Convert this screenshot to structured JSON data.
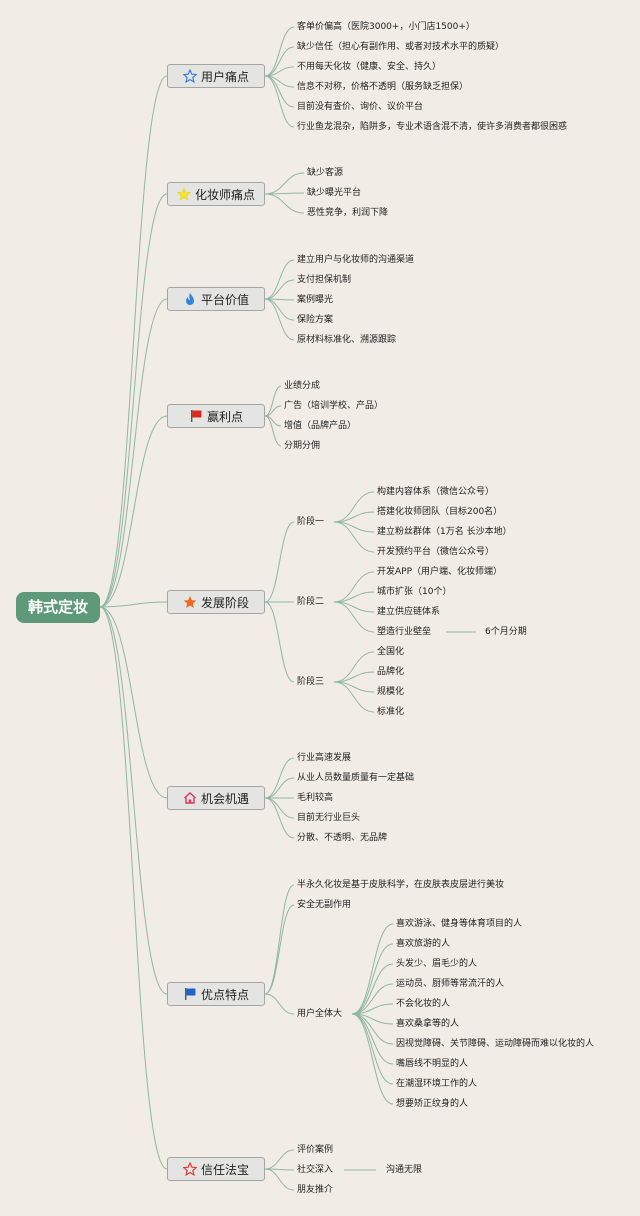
{
  "root": {
    "label": "韩式定妆"
  },
  "branches": [
    {
      "label": "用户痛点",
      "icon": "star-outline-icon",
      "icon_color": "#3b7fd9",
      "items": [
        "客单价偏高（医院3000+，小门店1500+）",
        "缺少信任（担心有副作用、或者对技术水平的质疑）",
        "不用每天化妆（健康、安全、持久）",
        "信息不对称，价格不透明（服务缺乏担保）",
        "目前没有查价、询价、议价平台",
        "行业鱼龙混杂，陷阱多，专业术语含混不清，使许多消费者都很困惑"
      ]
    },
    {
      "label": "化妆师痛点",
      "icon": "star-yellow-icon",
      "icon_color": "#f2e23a",
      "items": [
        "缺少客源",
        "缺少曝光平台",
        "恶性竞争，利润下降"
      ]
    },
    {
      "label": "平台价值",
      "icon": "flame-icon",
      "icon_color": "#2f86e0",
      "items": [
        "建立用户与化妆师的沟通渠道",
        "支付担保机制",
        "案例曝光",
        "保险方案",
        "原材料标准化、溯源跟踪"
      ]
    },
    {
      "label": "赢利点",
      "icon": "red-flag-icon",
      "icon_color": "#e0281c",
      "items": [
        "业绩分成",
        "广告（培训学校、产品）",
        "增值（品牌产品）",
        "分期分佣"
      ]
    },
    {
      "label": "发展阶段",
      "icon": "orange-star-icon",
      "icon_color": "#ef6a1c",
      "stages": [
        {
          "label": "阶段一",
          "items": [
            "构建内容体系（微信公众号）",
            "搭建化妆师团队（目标200名）",
            "建立粉丝群体（1万名 长沙本地）",
            "开发预约平台（微信公众号）"
          ]
        },
        {
          "label": "阶段二",
          "items": [
            "开发APP（用户端、化妆师端）",
            "城市扩张（10个）",
            "建立供应链体系",
            "塑造行业壁垒"
          ],
          "extra": "6个月分期"
        },
        {
          "label": "阶段三",
          "items": [
            "全国化",
            "品牌化",
            "规模化",
            "标准化"
          ]
        }
      ]
    },
    {
      "label": "机会机遇",
      "icon": "home-icon",
      "icon_color": "#d9365a",
      "items": [
        "行业高速发展",
        "从业人员数量质量有一定基础",
        "毛利较高",
        "目前无行业巨头",
        "分散、不透明、无品牌"
      ]
    },
    {
      "label": "优点特点",
      "icon": "blue-flag-icon",
      "icon_color": "#1f64c8",
      "items": [
        "半永久化妆是基于皮肤科学，在皮肤表皮层进行美妆",
        "安全无副作用"
      ],
      "group": {
        "label": "用户全体大",
        "items": [
          "喜欢游泳、健身等体育项目的人",
          "喜欢旅游的人",
          "头发少、眉毛少的人",
          "运动员、厨师等常流汗的人",
          "不会化妆的人",
          "喜欢桑拿等的人",
          "因视觉障碍、关节障碍、运动障碍而难以化妆的人",
          "嘴唇线不明显的人",
          "在潮湿环境工作的人",
          "想要矫正纹身的人"
        ]
      }
    },
    {
      "label": "信任法宝",
      "icon": "red-star-outline-icon",
      "icon_color": "#e03a3a",
      "items": [
        "评价案例",
        "社交深入",
        "朋友推介"
      ],
      "extra": "沟通无限"
    }
  ]
}
